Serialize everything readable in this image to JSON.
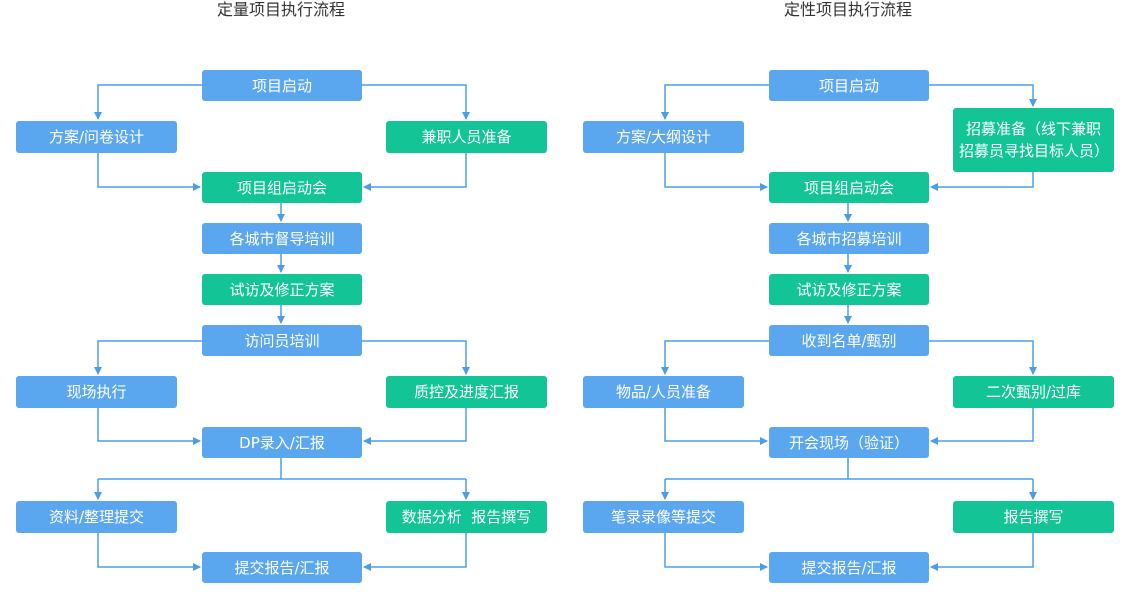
{
  "left": {
    "title": "定量项目执行流程",
    "nodes": {
      "start": "项目启动",
      "plan": "方案/问卷设计",
      "parttime": "兼职人员准备",
      "kickoff": "项目组启动会",
      "supervisor_training": "各城市督导培训",
      "pilot": "试访及修正方案",
      "interviewer_training": "访问员培训",
      "field": "现场执行",
      "qc": "质控及进度汇报",
      "dp": "DP录入/汇报",
      "materials": "资料/整理提交",
      "analysis": "数据分析  报告撰写",
      "report": "提交报告/汇报"
    }
  },
  "right": {
    "title": "定性项目执行流程",
    "nodes": {
      "start": "项目启动",
      "plan": "方案/大纲设计",
      "recruit_line1": "招募准备（线下兼职",
      "recruit_line2": "招募员寻找目标人员）",
      "kickoff": "项目组启动会",
      "recruit_training": "各城市招募培训",
      "pilot": "试访及修正方案",
      "screening": "收到名单/甄别",
      "prep": "物品/人员准备",
      "second_screening": "二次甄别/过库",
      "session": "开会现场（验证）",
      "records": "笔录录像等提交",
      "writing": "报告撰写",
      "report": "提交报告/汇报"
    }
  },
  "colors": {
    "blue_box": "#5aa7ef",
    "green_box": "#13c497",
    "connector": "#4a9ee8",
    "title_text": "#333333"
  }
}
